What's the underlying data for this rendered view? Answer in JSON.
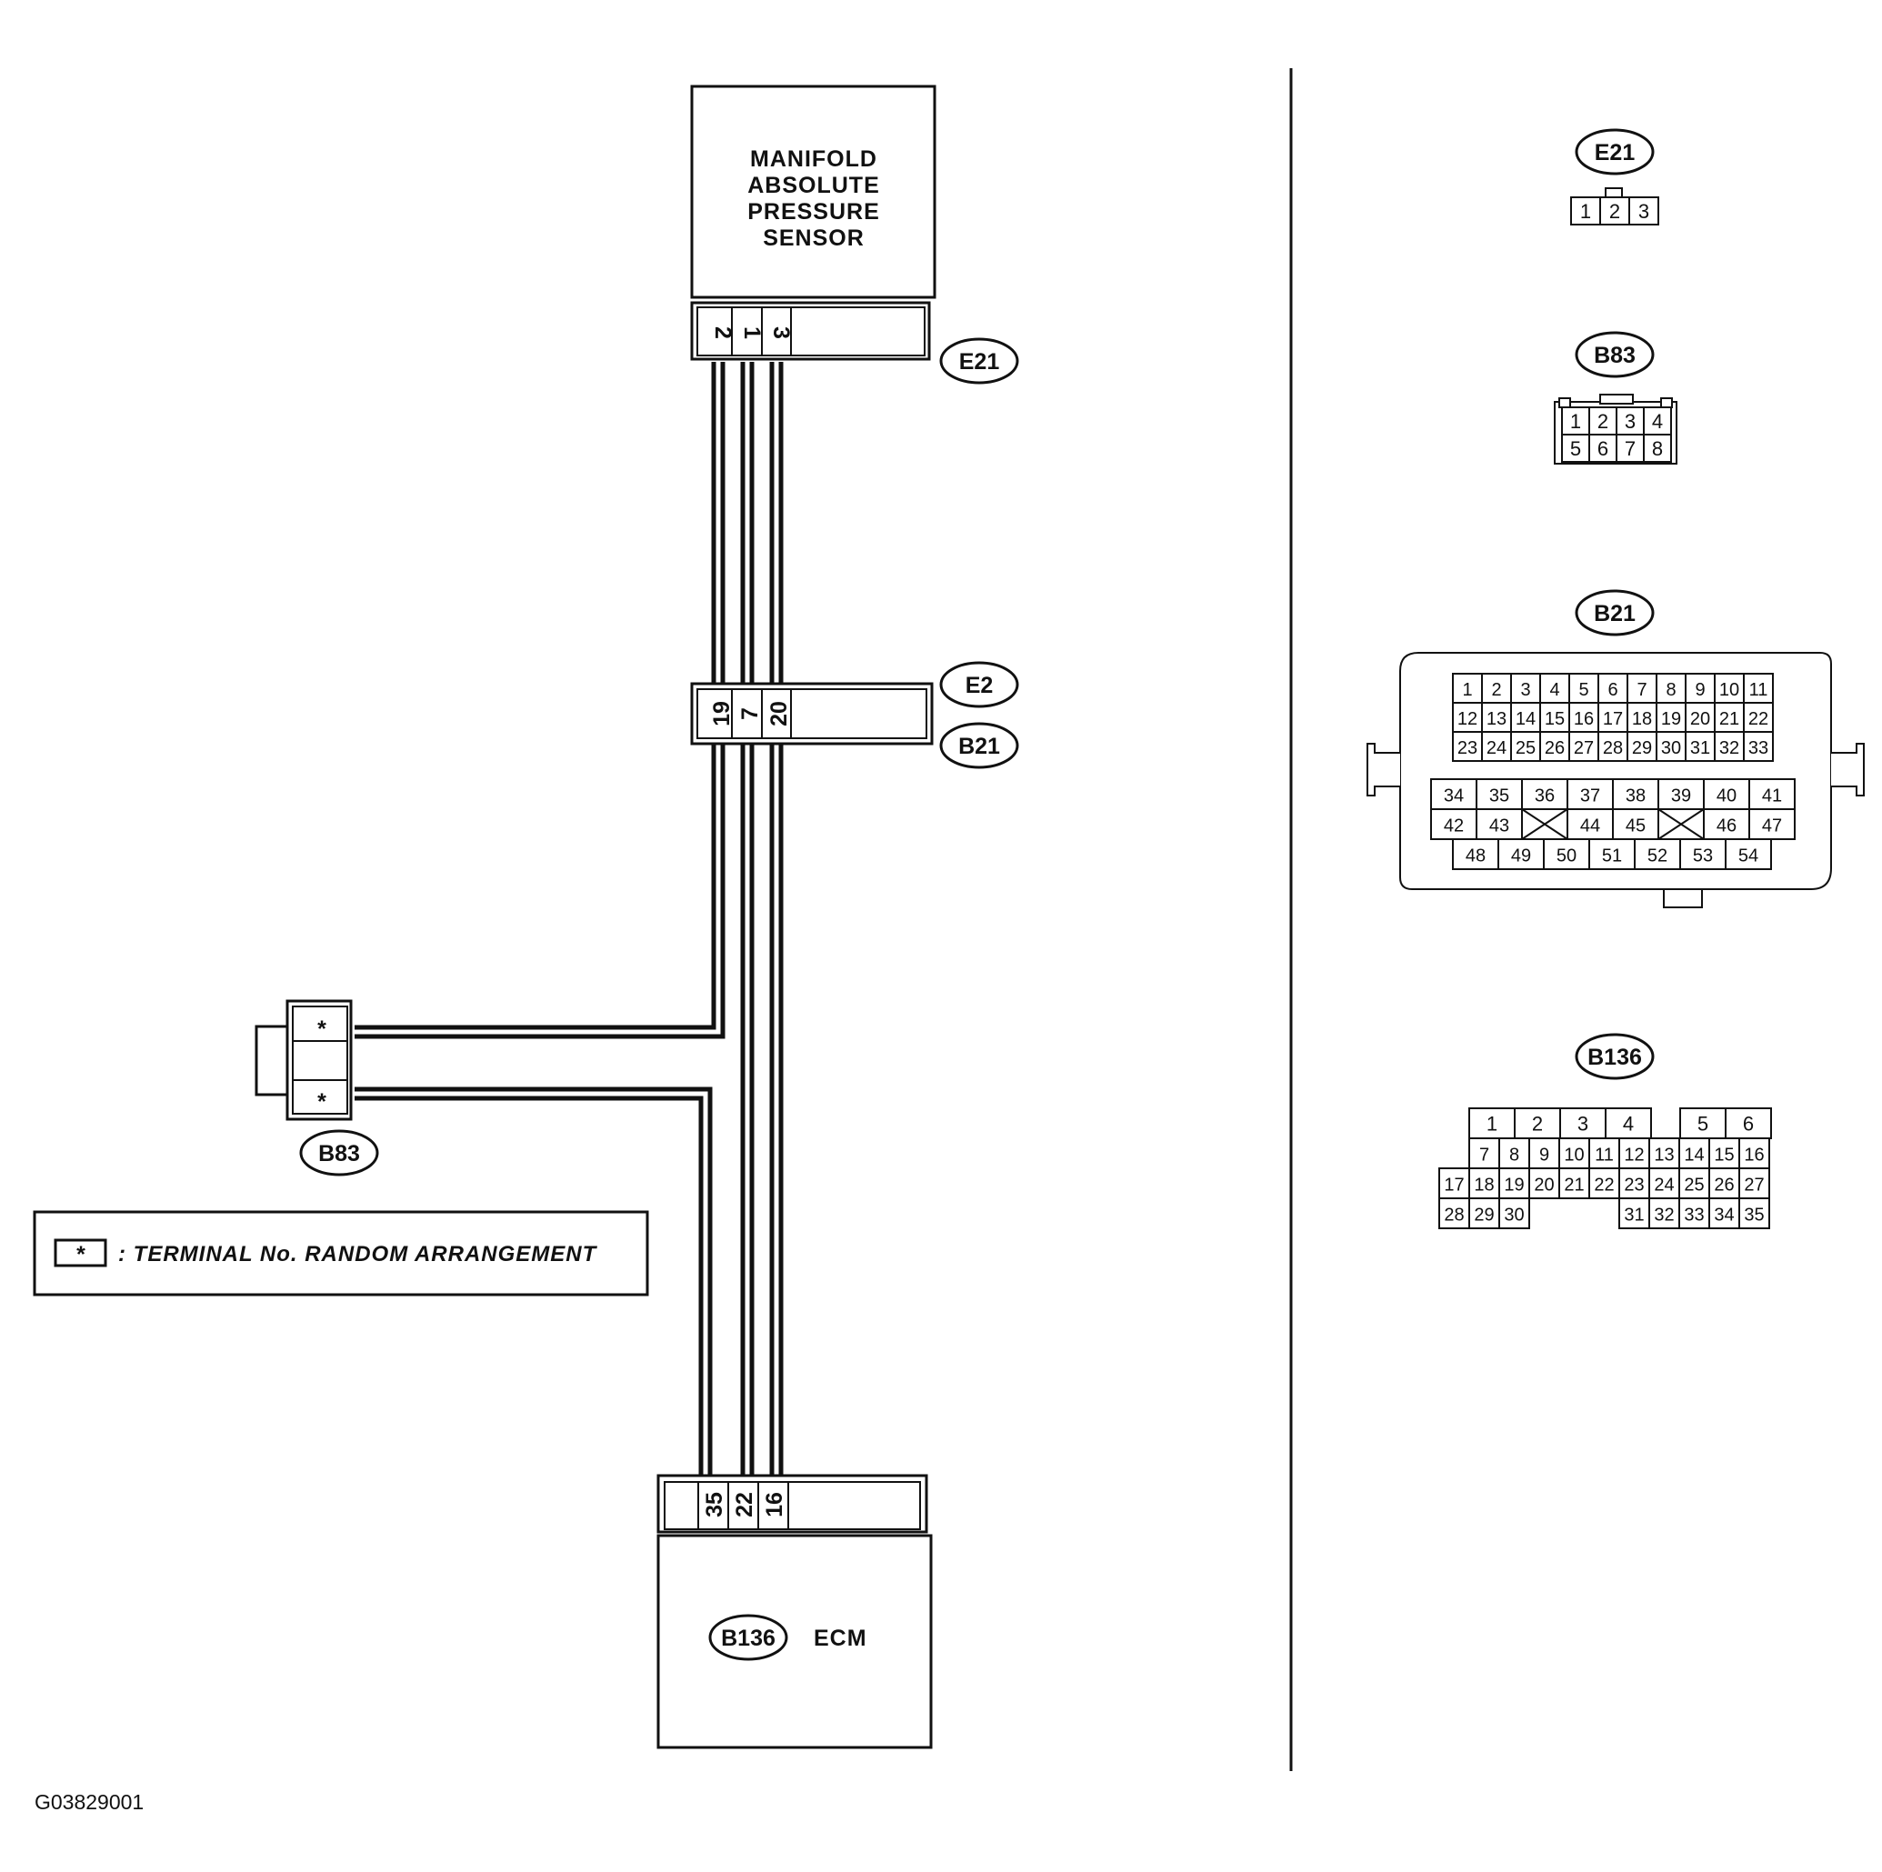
{
  "sensor": {
    "title_lines": [
      "MANIFOLD",
      "ABSOLUTE",
      "PRESSURE",
      "SENSOR"
    ],
    "connector": "E21",
    "pins": [
      "2",
      "1",
      "3"
    ]
  },
  "joint": {
    "connector_top": "E2",
    "connector_bottom": "B21",
    "pins": [
      "19",
      "7",
      "20"
    ]
  },
  "b83_side": {
    "connector": "B83",
    "pins": [
      "*",
      "*"
    ]
  },
  "legend": {
    "symbol": "*",
    "text": ": TERMINAL No. RANDOM ARRANGEMENT"
  },
  "ecm": {
    "connector": "B136",
    "label": "ECM",
    "pins": [
      "35",
      "22",
      "16"
    ]
  },
  "diagram_code": "G03829001",
  "faces": {
    "e21": {
      "label": "E21",
      "rows": [
        [
          "1",
          "2",
          "3"
        ]
      ]
    },
    "b83": {
      "label": "B83",
      "rows": [
        [
          "1",
          "2",
          "3",
          "4"
        ],
        [
          "5",
          "6",
          "7",
          "8"
        ]
      ]
    },
    "b21": {
      "label": "B21",
      "upper_rows": [
        [
          "1",
          "2",
          "3",
          "4",
          "5",
          "6",
          "7",
          "8",
          "9",
          "10",
          "11"
        ],
        [
          "12",
          "13",
          "14",
          "15",
          "16",
          "17",
          "18",
          "19",
          "20",
          "21",
          "22"
        ],
        [
          "23",
          "24",
          "25",
          "26",
          "27",
          "28",
          "29",
          "30",
          "31",
          "32",
          "33"
        ]
      ],
      "lower_rows": [
        [
          "34",
          "35",
          "36",
          "37",
          "38",
          "39",
          "40",
          "41"
        ],
        [
          "42",
          "43",
          "",
          "44",
          "45",
          "",
          "46",
          "47"
        ],
        [
          "48",
          "49",
          "50",
          "51",
          "52",
          "53",
          "54"
        ]
      ]
    },
    "b136": {
      "label": "B136",
      "rows": [
        [
          "1",
          "2",
          "3",
          "4",
          "5",
          "6"
        ],
        [
          "7",
          "8",
          "9",
          "10",
          "11",
          "12",
          "13",
          "14",
          "15",
          "16"
        ],
        [
          "17",
          "18",
          "19",
          "20",
          "21",
          "22",
          "23",
          "24",
          "25",
          "26",
          "27"
        ],
        [
          "28",
          "29",
          "30",
          "31",
          "32",
          "33",
          "34",
          "35"
        ]
      ]
    }
  }
}
